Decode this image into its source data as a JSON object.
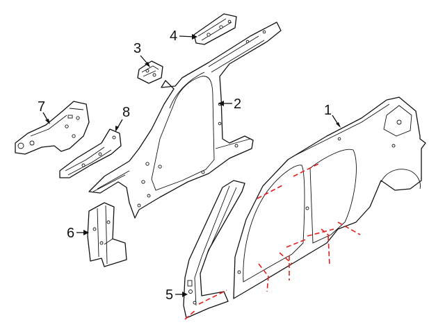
{
  "callouts": [
    {
      "id": "1",
      "label": "1"
    },
    {
      "id": "2",
      "label": "2"
    },
    {
      "id": "3",
      "label": "3"
    },
    {
      "id": "4",
      "label": "4"
    },
    {
      "id": "5",
      "label": "5"
    },
    {
      "id": "6",
      "label": "6"
    },
    {
      "id": "7",
      "label": "7"
    },
    {
      "id": "8",
      "label": "8"
    }
  ],
  "colors": {
    "line": "#111111",
    "cut_line": "#e0201c",
    "background": "#ffffff"
  }
}
